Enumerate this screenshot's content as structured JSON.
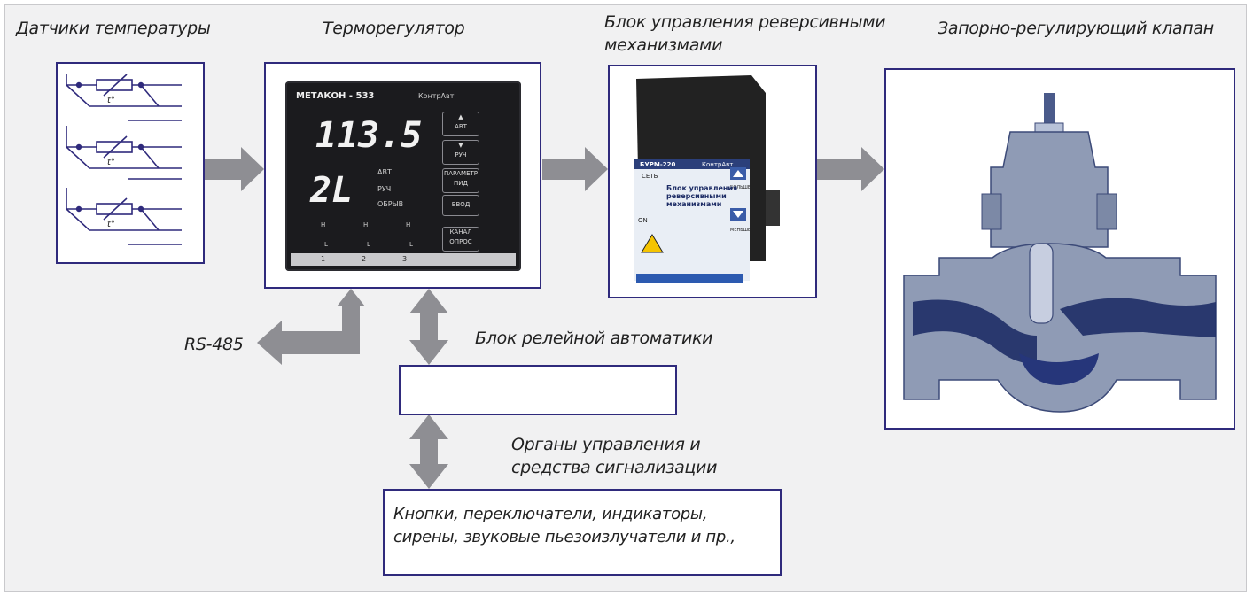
{
  "labels": {
    "sensors": "Датчики температуры",
    "controller": "Терморегулятор",
    "reversing_unit": "Блок управления реверсивными\nмеханизмами",
    "valve": "Запорно-регулирующий клапан",
    "rs485": "RS-485",
    "relay_block": "Блок релейной автоматики",
    "controls": "Органы управления и\nсредства сигнализации",
    "controls_box_text": "Кнопки, переключатели, индикаторы,\nсирены, звуковые пьезоизлучатели и пр.,"
  },
  "sensor_symbol_text": "t°",
  "metakon": {
    "brand": "МЕТАКОН - 533",
    "maker": "КонтрАвт",
    "display_top": "113.5",
    "display_bottom": "2L",
    "mode_auto": "АВТ",
    "mode_manual": "РУЧ",
    "mode_break": "ОБРЫВ",
    "btn_up_sub": "АВТ",
    "btn_down_sub": "РУЧ",
    "btn_param": "ПАРАМЕТР",
    "btn_param_sub": "ПИД",
    "btn_enter": "ВВОД",
    "btn_channel": "КАНАЛ",
    "btn_channel_sub": "ОПРОС",
    "channel_labels": [
      "1",
      "2",
      "3"
    ],
    "alarm_high": "H",
    "alarm_low": "L"
  },
  "burm": {
    "model": "БУРМ-220",
    "maker": "КонтрАвт",
    "title": "Блок управления\nреверсивными\nмеханизмами",
    "net": "СЕТЬ",
    "more": "БОЛЬШЕ",
    "less": "МЕНЬШЕ",
    "on": "ON"
  },
  "colors": {
    "frame_bg": "#f1f1f2",
    "box_border": "#2f2a7c",
    "arrow": "#8e8e93",
    "sensor_lines": "#2f2a7c",
    "valve_body": "#8f9bb5",
    "valve_flow": "#1e2d66"
  }
}
